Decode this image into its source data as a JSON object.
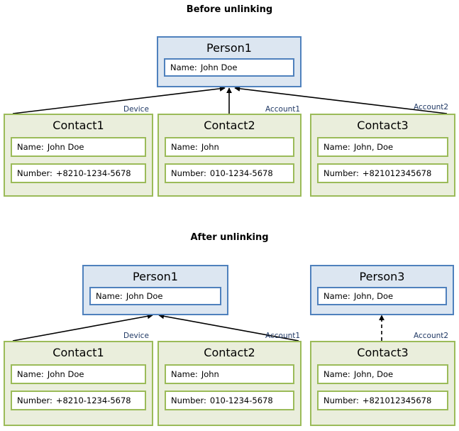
{
  "diagram": {
    "title_before": "Before unlinking",
    "title_after": "After unlinking",
    "colors": {
      "person_border": "#4f81bd",
      "person_fill": "#dce6f1",
      "contact_border": "#9bbb59",
      "contact_fill": "#eaeedc",
      "edge": "#000000",
      "edge_label": "#1f3864"
    }
  },
  "before": {
    "person1": {
      "title": "Person1",
      "name_label": "Name:",
      "name_value": "John Doe"
    },
    "contacts": [
      {
        "title": "Contact1",
        "name_label": "Name:",
        "name_value": "John Doe",
        "number_label": "Number:",
        "number_value": "+8210-1234-5678"
      },
      {
        "title": "Contact2",
        "name_label": "Name:",
        "name_value": "John",
        "number_label": "Number:",
        "number_value": "010-1234-5678"
      },
      {
        "title": "Contact3",
        "name_label": "Name:",
        "name_value": "John, Doe",
        "number_label": "Number:",
        "number_value": "+821012345678"
      }
    ],
    "edge_labels": [
      "Device",
      "Account1",
      "Account2"
    ]
  },
  "after": {
    "person1": {
      "title": "Person1",
      "name_label": "Name:",
      "name_value": "John Doe"
    },
    "person3": {
      "title": "Person3",
      "name_label": "Name:",
      "name_value": "John, Doe"
    },
    "contacts": [
      {
        "title": "Contact1",
        "name_label": "Name:",
        "name_value": "John Doe",
        "number_label": "Number:",
        "number_value": "+8210-1234-5678"
      },
      {
        "title": "Contact2",
        "name_label": "Name:",
        "name_value": "John",
        "number_label": "Number:",
        "number_value": "010-1234-5678"
      },
      {
        "title": "Contact3",
        "name_label": "Name:",
        "name_value": "John, Doe",
        "number_label": "Number:",
        "number_value": "+821012345678"
      }
    ],
    "edge_labels": [
      "Device",
      "Account1",
      "Account2"
    ]
  }
}
